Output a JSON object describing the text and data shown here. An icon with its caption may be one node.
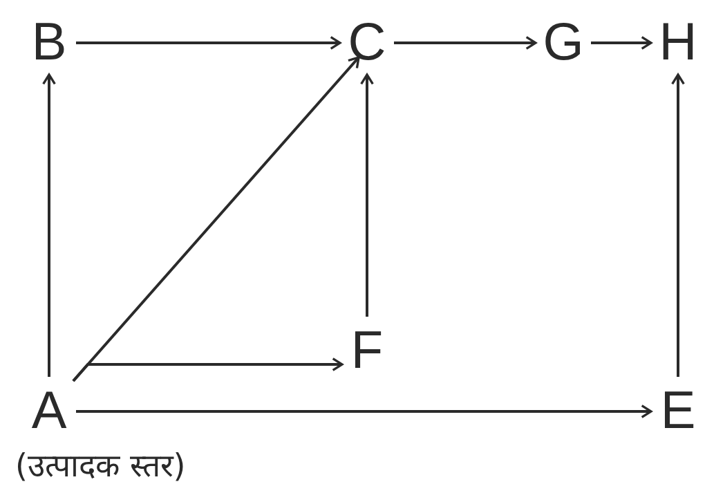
{
  "diagram": {
    "nodes": [
      {
        "text": [
          "B"
        ]
      },
      {
        "text": [
          "C"
        ]
      },
      {
        "text": [
          "G"
        ]
      },
      {
        "text": [
          "H"
        ]
      },
      {
        "text": [
          "A"
        ],
        "beside": [
          "(उत्पादक स्तर)"
        ]
      },
      {
        "text": [
          "F"
        ]
      },
      {
        "text": [
          "E"
        ]
      }
    ],
    "edges": [
      {
        "from": 0,
        "to": 1,
        "arrow": "to"
      },
      {
        "from": 1,
        "to": 2,
        "arrow": "to"
      },
      {
        "from": 2,
        "to": 3,
        "arrow": "to"
      },
      {
        "from": 4,
        "to": 0,
        "arrow": "to"
      },
      {
        "from": 4,
        "to": 1,
        "arrow": "to"
      },
      {
        "from": 4,
        "to": 5,
        "arrow": "to"
      },
      {
        "from": 5,
        "to": 1,
        "arrow": "to"
      },
      {
        "from": 4,
        "to": 6,
        "arrow": "to"
      },
      {
        "from": 6,
        "to": 3,
        "arrow": "to"
      }
    ]
  }
}
